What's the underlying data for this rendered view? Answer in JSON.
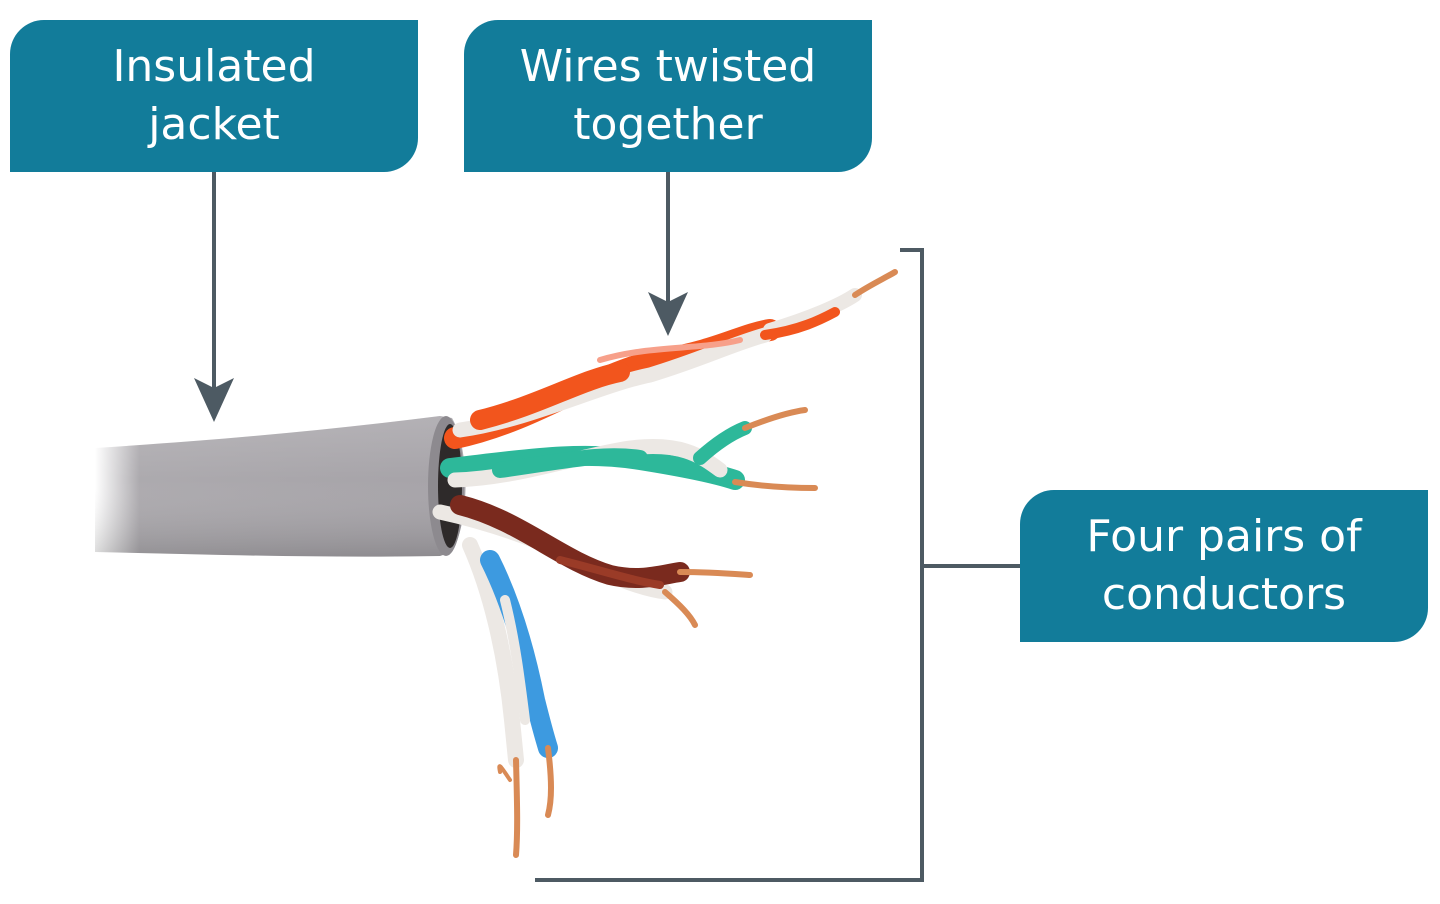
{
  "callouts": {
    "jacket": {
      "line1": "Insulated",
      "line2": "jacket"
    },
    "twisted": {
      "line1": "Wires twisted",
      "line2": "together"
    },
    "pairs": {
      "line1": "Four pairs of",
      "line2": "conductors"
    }
  },
  "colors": {
    "callout_bg": "#127c9a",
    "callout_text": "#ffffff",
    "pointer": "#4d5a63",
    "jacket": "#9e9ba0",
    "copper": "#d98a55",
    "orange_wire": "#f2551d",
    "green_wire": "#2db89a",
    "brown_wire": "#7a2a1e",
    "blue_wire": "#3d9ae0",
    "white_wire": "#ece8e4"
  },
  "icons": {
    "pointer_arrow": "arrow-down-icon"
  }
}
